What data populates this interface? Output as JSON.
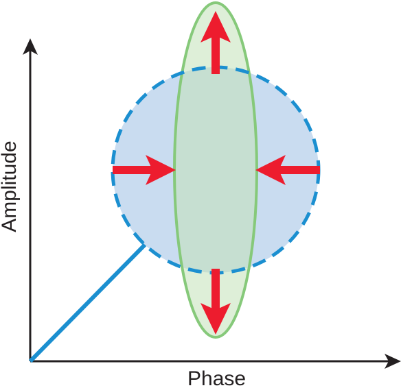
{
  "axes": {
    "x_label": "Phase",
    "y_label": "Amplitude"
  },
  "shapes": {
    "coherent_state_circle": {
      "fill": "#c9dcf0",
      "stroke": "#1b8fd0",
      "style": "dashed"
    },
    "squeezed_state_ellipse": {
      "fill": "#c3e2b8",
      "stroke": "#86c97a"
    },
    "phasor_line": {
      "stroke": "#1b8fd0"
    },
    "squeeze_arrows": {
      "color": "#ed1c2e",
      "count": 4
    }
  },
  "colors": {
    "axis": "#231f20",
    "background": "#ffffff"
  }
}
